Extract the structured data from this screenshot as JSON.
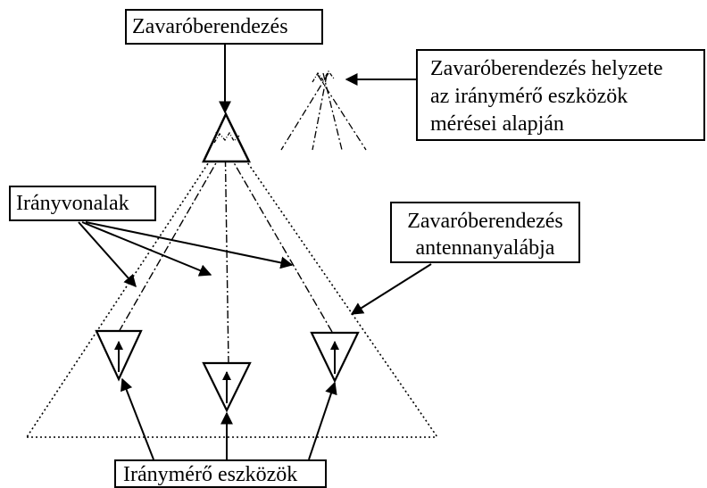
{
  "labels": {
    "jammer": "Zavaróberendezés",
    "jammer_position": [
      "Zavaróberendezés helyzete",
      "az iránymérő eszközök",
      "mérései alapján"
    ],
    "direction_lines": "Irányvonalak",
    "antenna_pattern": [
      "Zavaróberendezés",
      "antennanyalábja"
    ],
    "df_devices": "Iránymérő eszközök"
  },
  "colors": {
    "line": "#000000",
    "background": "#ffffff"
  }
}
